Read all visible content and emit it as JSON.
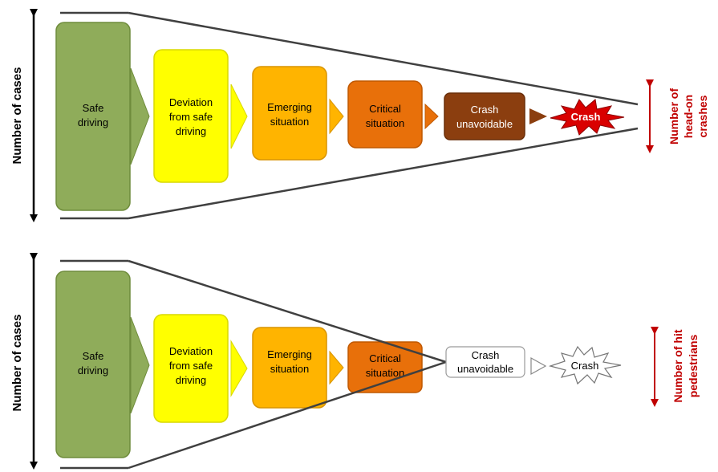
{
  "colors": {
    "safe": "#8fac5a",
    "deviation": "#ffff00",
    "emerging": "#ffb400",
    "critical": "#e8700a",
    "unavoidable": "#8b3e0f",
    "crash_fill": "#d90000",
    "side_label": "#c00000",
    "funnel_line": "#404040"
  },
  "panels": [
    {
      "axis_label": "Number of cases",
      "stages": {
        "safe": [
          "Safe",
          "driving"
        ],
        "deviation": [
          "Deviation",
          "from safe",
          "driving"
        ],
        "emerging": [
          "Emerging",
          "situation"
        ],
        "critical": [
          "Critical",
          "situation"
        ],
        "unavoidable": [
          "Crash",
          "unavoidable"
        ],
        "crash": "Crash"
      },
      "side_label": [
        "Number of",
        "head-on",
        "crashes"
      ]
    },
    {
      "axis_label": "Number of cases",
      "stages": {
        "safe": [
          "Safe",
          "driving"
        ],
        "deviation": [
          "Deviation",
          "from safe",
          "driving"
        ],
        "emerging": [
          "Emerging",
          "situation"
        ],
        "critical": [
          "Critical",
          "situation"
        ],
        "unavoidable": [
          "Crash",
          "unavoidable"
        ],
        "crash": "Crash"
      },
      "side_label": [
        "Number of hit",
        "pedestrians"
      ]
    }
  ]
}
